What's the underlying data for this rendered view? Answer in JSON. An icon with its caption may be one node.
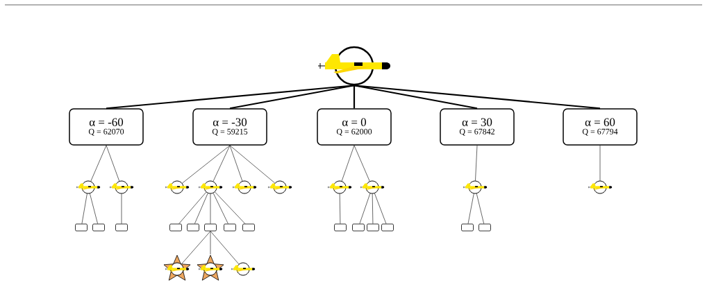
{
  "diagram": {
    "nodes": [
      {
        "text": [],
        "shape": "circle"
      },
      {
        "text": [
          "α = -60",
          "Q = 62070"
        ]
      },
      {
        "text": [
          "α = -30",
          "Q = 59215"
        ]
      },
      {
        "text": [
          "α = 0",
          "Q = 62000"
        ]
      },
      {
        "text": [
          "α = 30",
          "Q = 67842"
        ]
      },
      {
        "text": [
          "α = 60",
          "Q = 67794"
        ]
      },
      {
        "text": [],
        "shape": "circle"
      },
      {
        "text": [],
        "shape": "circle"
      },
      {
        "text": [],
        "shape": "circle"
      },
      {
        "text": [],
        "shape": "circle"
      },
      {
        "text": [],
        "shape": "circle"
      },
      {
        "text": [],
        "shape": "circle"
      },
      {
        "text": [],
        "shape": "circle"
      },
      {
        "text": [],
        "shape": "circle"
      },
      {
        "text": [],
        "shape": "circle"
      },
      {
        "text": [],
        "shape": "circle"
      },
      {
        "text": [],
        "shape": "box"
      },
      {
        "text": [],
        "shape": "box"
      },
      {
        "text": [],
        "shape": "box"
      },
      {
        "text": [],
        "shape": "box"
      },
      {
        "text": [],
        "shape": "box"
      },
      {
        "text": [],
        "shape": "box"
      },
      {
        "text": [],
        "shape": "box"
      },
      {
        "text": [],
        "shape": "box"
      },
      {
        "text": [],
        "shape": "box"
      },
      {
        "text": [],
        "shape": "box"
      },
      {
        "text": [],
        "shape": "box"
      },
      {
        "text": [],
        "shape": "box"
      },
      {
        "text": [],
        "shape": "box"
      },
      {
        "text": [],
        "shape": "box"
      },
      {
        "text": [],
        "shape": "star"
      },
      {
        "text": [],
        "shape": "star"
      },
      {
        "text": [],
        "shape": "circle"
      }
    ],
    "edges": [
      {
        "from": 0,
        "to": 1,
        "arrow": "none",
        "style": "thick"
      },
      {
        "from": 0,
        "to": 2,
        "arrow": "none",
        "style": "thick"
      },
      {
        "from": 0,
        "to": 3,
        "arrow": "none",
        "style": "thick"
      },
      {
        "from": 0,
        "to": 4,
        "arrow": "none",
        "style": "thick"
      },
      {
        "from": 0,
        "to": 5,
        "arrow": "none",
        "style": "thick"
      },
      {
        "from": 1,
        "to": 6,
        "arrow": "none"
      },
      {
        "from": 1,
        "to": 7,
        "arrow": "none"
      },
      {
        "from": 2,
        "to": 8,
        "arrow": "none"
      },
      {
        "from": 2,
        "to": 9,
        "arrow": "none"
      },
      {
        "from": 2,
        "to": 10,
        "arrow": "none"
      },
      {
        "from": 2,
        "to": 11,
        "arrow": "none"
      },
      {
        "from": 3,
        "to": 12,
        "arrow": "none"
      },
      {
        "from": 3,
        "to": 13,
        "arrow": "none"
      },
      {
        "from": 4,
        "to": 14,
        "arrow": "none"
      },
      {
        "from": 5,
        "to": 15,
        "arrow": "none"
      },
      {
        "from": 6,
        "to": 16,
        "arrow": "none"
      },
      {
        "from": 6,
        "to": 17,
        "arrow": "none"
      },
      {
        "from": 7,
        "to": 18,
        "arrow": "none"
      },
      {
        "from": 9,
        "to": 19,
        "arrow": "none"
      },
      {
        "from": 9,
        "to": 20,
        "arrow": "none"
      },
      {
        "from": 9,
        "to": 21,
        "arrow": "none"
      },
      {
        "from": 9,
        "to": 22,
        "arrow": "none"
      },
      {
        "from": 9,
        "to": 23,
        "arrow": "none"
      },
      {
        "from": 12,
        "to": 24,
        "arrow": "none"
      },
      {
        "from": 13,
        "to": 25,
        "arrow": "none"
      },
      {
        "from": 13,
        "to": 26,
        "arrow": "none"
      },
      {
        "from": 13,
        "to": 27,
        "arrow": "none"
      },
      {
        "from": 14,
        "to": 28,
        "arrow": "none"
      },
      {
        "from": 14,
        "to": 29,
        "arrow": "none"
      },
      {
        "from": 21,
        "to": 30,
        "arrow": "none"
      },
      {
        "from": 21,
        "to": 31,
        "arrow": "none"
      },
      {
        "from": 21,
        "to": 32,
        "arrow": "none"
      }
    ]
  }
}
